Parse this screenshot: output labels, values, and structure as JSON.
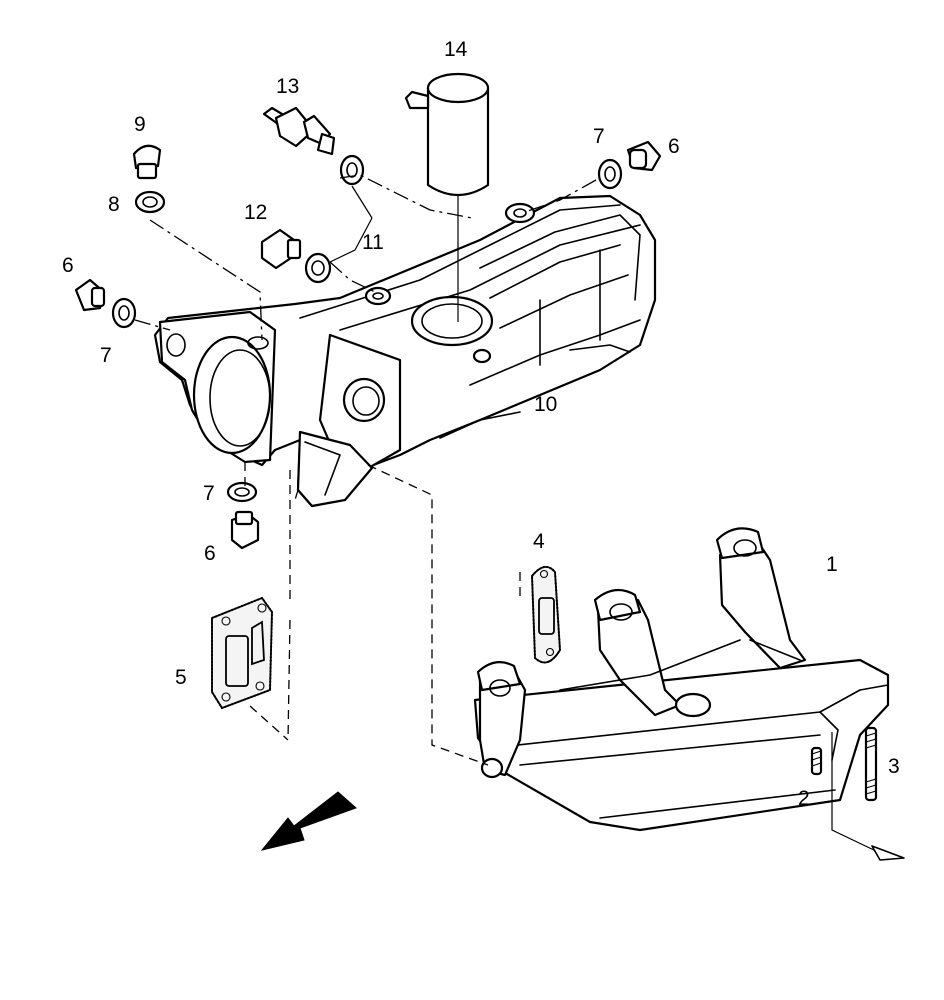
{
  "callouts": {
    "c1": "1",
    "c2": "2",
    "c3": "3",
    "c4": "4",
    "c5": "5",
    "c6a": "6",
    "c6b": "6",
    "c6c": "6",
    "c7a": "7",
    "c7b": "7",
    "c7c": "7",
    "c8": "8",
    "c9": "9",
    "c10": "10",
    "c11": "11",
    "c12": "12",
    "c13": "13",
    "c14": "14"
  },
  "icons": {
    "direction_arrow": "forward-arrow-icon",
    "flow_arrow": "flow-arrow-icon"
  },
  "colors": {
    "ink": "#000000",
    "paper": "#ffffff"
  }
}
